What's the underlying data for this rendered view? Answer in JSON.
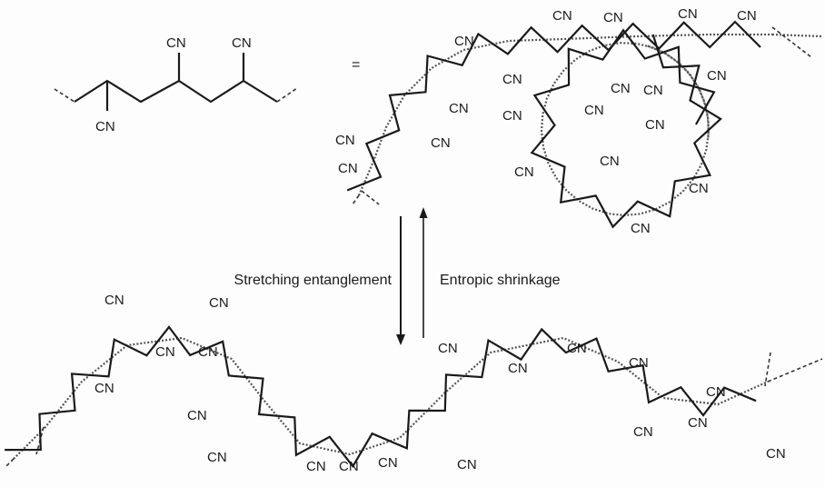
{
  "labels": {
    "cn": "CN",
    "equals": "=",
    "forward_process": "Stretching entanglement",
    "reverse_process": "Entropic shrinkage"
  },
  "colors": {
    "ink": "#1a1a1a",
    "guide": "#555555",
    "background": "#fdfdfd"
  }
}
